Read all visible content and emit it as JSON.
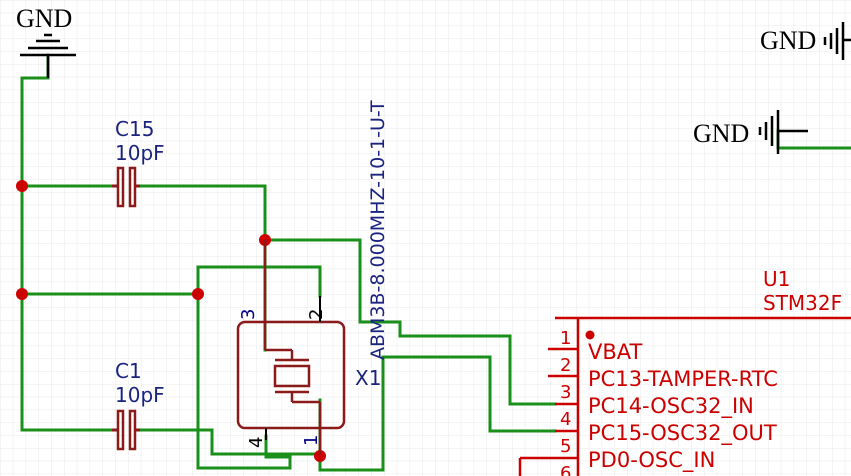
{
  "colors": {
    "background": "#ffffff",
    "grid": "#e9e9e9",
    "wire": "#1a8f1a",
    "component": "#8b1a1a",
    "junction": "#cc0000",
    "label_blue": "#1a237e",
    "pin_number": "#000080",
    "ic": "#cc0000",
    "power": "#000000"
  },
  "power_labels": {
    "gnd_top_left": "GND",
    "gnd_top_right": "GND",
    "gnd_mid_right": "GND"
  },
  "components": {
    "c15": {
      "ref": "C15",
      "value": "10pF"
    },
    "c1": {
      "ref": "C1",
      "value": "10pF"
    },
    "x1": {
      "ref": "X1",
      "part": "ABM3B-8.000MHZ-10-1-U-T",
      "pins": {
        "p1": "1",
        "p2": "2",
        "p3": "3",
        "p4": "4"
      }
    },
    "u1": {
      "ref": "U1",
      "part_partial": "STM32F",
      "pins": [
        {
          "num": "1",
          "name": "VBAT"
        },
        {
          "num": "2",
          "name": "PC13-TAMPER-RTC"
        },
        {
          "num": "3",
          "name": "PC14-OSC32_IN"
        },
        {
          "num": "4",
          "name": "PC15-OSC32_OUT"
        },
        {
          "num": "5",
          "name": "PD0-OSC_IN"
        },
        {
          "num": "6",
          "name": ""
        }
      ]
    }
  }
}
